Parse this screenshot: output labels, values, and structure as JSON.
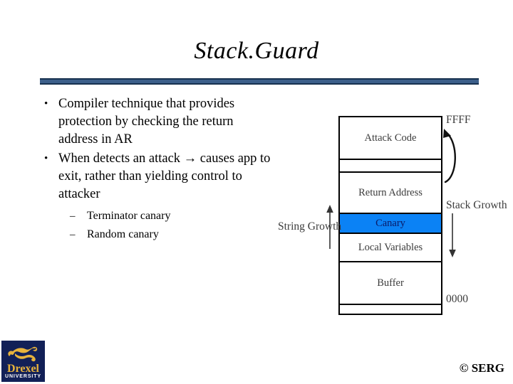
{
  "slide": {
    "title": "Stack.Guard",
    "accent_color": "#3c5f8a",
    "accent_border_color": "#17314f"
  },
  "bullets": [
    {
      "marker": "•",
      "text": "Compiler technique that provides protection by checking the return address in AR"
    },
    {
      "marker": "•",
      "text": "When detects an attack → causes app to exit, rather than yielding control to attacker"
    }
  ],
  "sub_bullets": [
    {
      "marker": "–",
      "text": "Terminator canary"
    },
    {
      "marker": "–",
      "text": "Random canary"
    }
  ],
  "diagram": {
    "name": "stack-layout-diagram",
    "rows": [
      {
        "id": "attack-code",
        "label": "Attack Code"
      },
      {
        "id": "gap",
        "label": ""
      },
      {
        "id": "return-address",
        "label": "Return Address"
      },
      {
        "id": "canary",
        "label": "Canary",
        "highlight_color": "#0b82f5",
        "text_color": "#0b1a66"
      },
      {
        "id": "local-variables",
        "label": "Local Variables"
      },
      {
        "id": "buffer",
        "label": "Buffer"
      },
      {
        "id": "bottom",
        "label": ""
      }
    ],
    "address_top": "FFFF",
    "address_bottom": "0000",
    "stack_growth_label": "Stack Growth",
    "string_growth_label": "String Growth"
  },
  "logo": {
    "wordmark": "Drexel",
    "subword": "UNIVERSITY",
    "background_color": "#122057",
    "gold_color": "#e8b33c"
  },
  "footer": {
    "copyright": "© SERG"
  }
}
